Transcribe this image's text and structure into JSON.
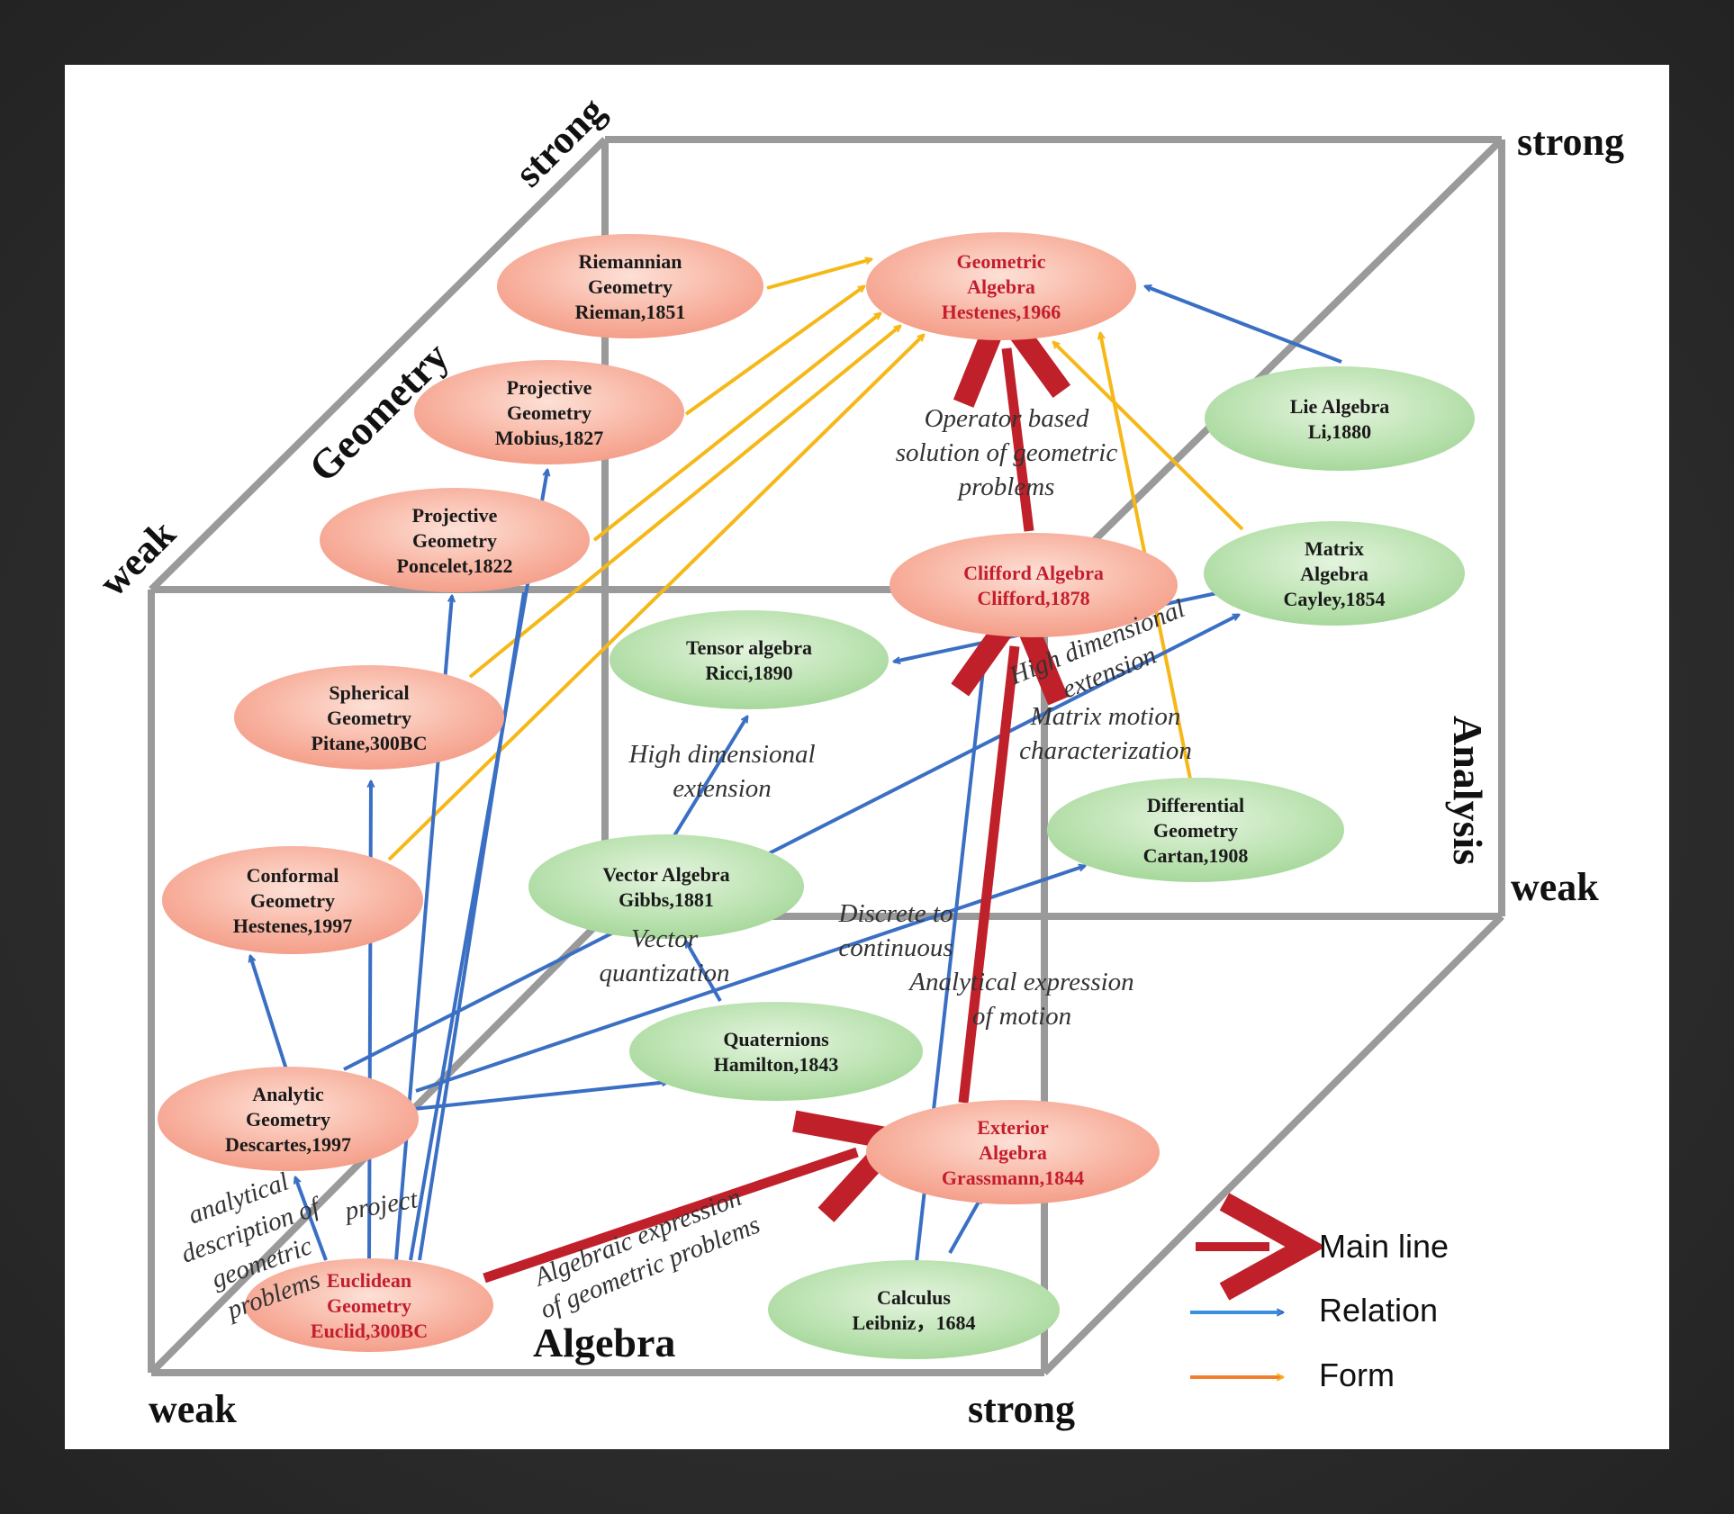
{
  "colors": {
    "main_line": "#c0202a",
    "relation": "#3a6fc4",
    "form": "#f6b818",
    "legend_form": "#f08030",
    "geometry_node": "#f6a090",
    "algebra_node": "#a8d8a0",
    "highlight_text": "#c41e2e",
    "cube": "#9a9a9a"
  },
  "axes": {
    "geometry": "Geometry",
    "algebra": "Algebra",
    "analysis": "Analysis",
    "strong_top_left": "strong",
    "strong_top_right": "strong",
    "weak_left": "weak",
    "weak_right": "weak",
    "weak_bottom": "weak",
    "strong_bottom": "strong"
  },
  "nodes": {
    "riemannian": {
      "lines": [
        "Riemannian",
        "Geometry",
        "Rieman,1851"
      ],
      "kind": "geometry"
    },
    "geometric_algebra": {
      "lines": [
        "Geometric",
        "Algebra",
        "Hestenes,1966"
      ],
      "kind": "geometry",
      "highlight": true
    },
    "projective_mobius": {
      "lines": [
        "Projective",
        "Geometry",
        "Mobius,1827"
      ],
      "kind": "geometry"
    },
    "lie_algebra": {
      "lines": [
        "Lie Algebra",
        "Li,1880"
      ],
      "kind": "algebra"
    },
    "projective_poncelet": {
      "lines": [
        "Projective",
        "Geometry",
        "Poncelet,1822"
      ],
      "kind": "geometry"
    },
    "clifford_algebra": {
      "lines": [
        "Clifford Algebra",
        "Clifford,1878"
      ],
      "kind": "geometry",
      "highlight": true
    },
    "matrix_algebra": {
      "lines": [
        "Matrix",
        "Algebra",
        "Cayley,1854"
      ],
      "kind": "algebra"
    },
    "tensor_algebra": {
      "lines": [
        "Tensor algebra",
        "Ricci,1890"
      ],
      "kind": "algebra"
    },
    "spherical": {
      "lines": [
        "Spherical",
        "Geometry",
        "Pitane,300BC"
      ],
      "kind": "geometry"
    },
    "differential": {
      "lines": [
        "Differential",
        "Geometry",
        "Cartan,1908"
      ],
      "kind": "algebra"
    },
    "conformal": {
      "lines": [
        "Conformal",
        "Geometry",
        "Hestenes,1997"
      ],
      "kind": "geometry"
    },
    "vector_algebra": {
      "lines": [
        "Vector Algebra",
        "Gibbs,1881"
      ],
      "kind": "algebra"
    },
    "quaternions": {
      "lines": [
        "Quaternions",
        "Hamilton,1843"
      ],
      "kind": "algebra"
    },
    "analytic": {
      "lines": [
        "Analytic",
        "Geometry",
        "Descartes,1997"
      ],
      "kind": "geometry"
    },
    "exterior": {
      "lines": [
        "Exterior",
        "Algebra",
        "Grassmann,1844"
      ],
      "kind": "geometry",
      "highlight": true
    },
    "euclidean": {
      "lines": [
        "Euclidean",
        "Geometry",
        "Euclid,300BC"
      ],
      "kind": "geometry",
      "highlight": true
    },
    "calculus": {
      "lines": [
        "Calculus",
        "Leibniz，1684"
      ],
      "kind": "algebra"
    }
  },
  "annotations": {
    "operator": [
      "Operator based",
      "solution of geometric",
      "problems"
    ],
    "high_dim_top": [
      "High dimensional",
      "extension"
    ],
    "matrix_motion": [
      "Matrix motion",
      "characterization"
    ],
    "high_dim_mid": [
      "High dimensional",
      "extension"
    ],
    "discrete": [
      "Discrete to",
      "continuous"
    ],
    "vector_quant": [
      "Vector",
      "quantization"
    ],
    "analytical_motion": [
      "Analytical expression",
      "of motion"
    ],
    "analytical_desc": [
      "analytical",
      "description of",
      "geometric",
      "problems"
    ],
    "project": [
      "project"
    ],
    "algebraic_expr": [
      "Algebraic expression",
      "of geometric problems"
    ]
  },
  "legend": {
    "main_line": "Main line",
    "relation": "Relation",
    "form": "Form"
  }
}
